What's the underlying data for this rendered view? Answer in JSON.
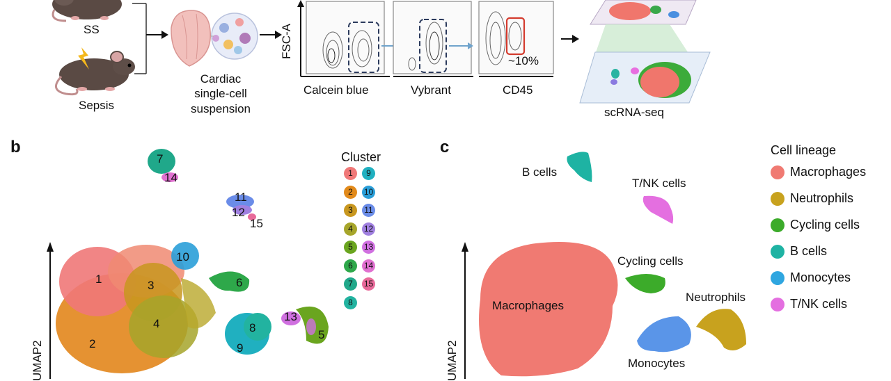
{
  "panel_a": {
    "mouse_ss_label": "SS",
    "mouse_sepsis_label": "Sepsis",
    "suspension_label_1": "Cardiac",
    "suspension_label_2": "single-cell",
    "suspension_label_3": "suspension",
    "fsc_label": "FSC-A",
    "gate_1_label": "Calcein blue",
    "gate_2_label": "Vybrant",
    "gate_3_label": "CD45",
    "gate_3_percent": "~10%",
    "scrna_label": "scRNA-seq"
  },
  "panel_b": {
    "letter": "b",
    "legend_title": "Cluster",
    "cluster_ids": [
      "1",
      "2",
      "3",
      "4",
      "5",
      "6",
      "7",
      "8",
      "9",
      "10",
      "11",
      "12",
      "13",
      "14",
      "15"
    ],
    "cluster_colors": [
      "#f07878",
      "#e28a1a",
      "#c8971f",
      "#a6a52a",
      "#6aa51f",
      "#2ea84a",
      "#20a88a",
      "#22b3a0",
      "#20b0c0",
      "#2a9ed8",
      "#6a8ce8",
      "#a080e0",
      "#d070e0",
      "#e070d0",
      "#e86a9a"
    ],
    "axis_label": "UMAP2"
  },
  "panel_c": {
    "letter": "c",
    "legend_title": "Cell lineage",
    "lineages": [
      {
        "name": "Macrophages",
        "color": "#f07a72"
      },
      {
        "name": "Neutrophils",
        "color": "#c8a21e"
      },
      {
        "name": "Cycling cells",
        "color": "#3cab2a"
      },
      {
        "name": "B cells",
        "color": "#1eb3a3"
      },
      {
        "name": "Monocytes",
        "color": "#2fa6e0"
      },
      {
        "name": "T/NK cells",
        "color": "#e46fe0"
      }
    ],
    "labels": {
      "b_cells": "B cells",
      "tnk_cells": "T/NK cells",
      "cycling_cells": "Cycling cells",
      "neutrophils": "Neutrophils",
      "macrophages": "Macrophages",
      "monocytes": "Monocytes"
    },
    "axis_label": "UMAP2"
  }
}
